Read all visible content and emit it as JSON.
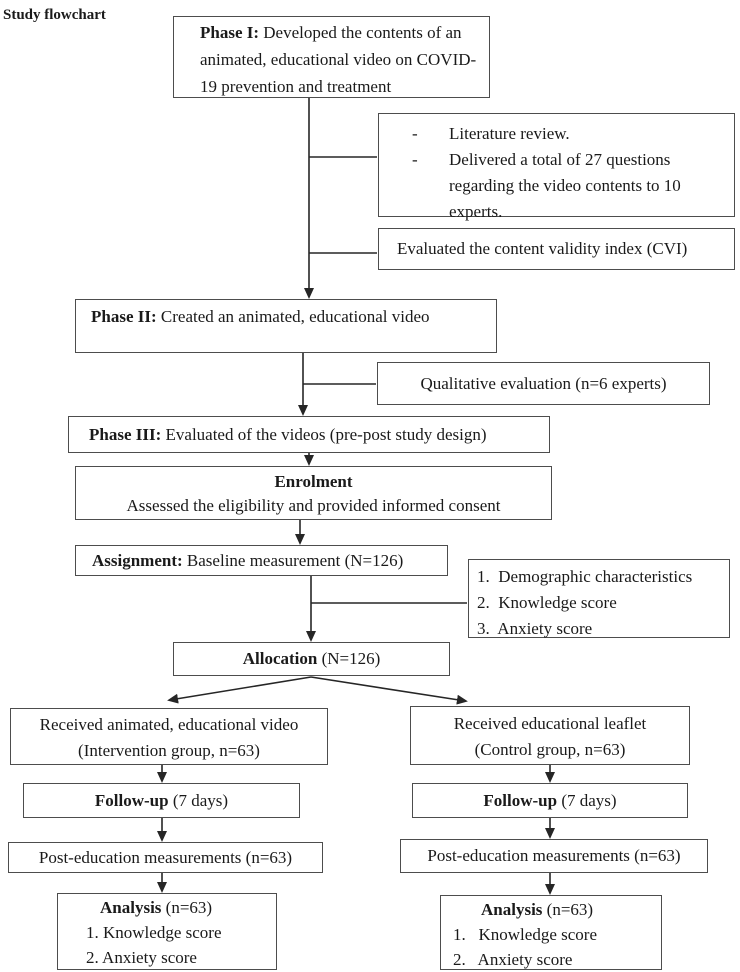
{
  "title": "Study flowchart",
  "colors": {
    "bg": "#ffffff",
    "text": "#1a1a1a",
    "border": "#4d4d4d",
    "line": "#262626"
  },
  "flow": {
    "phase1": {
      "label": "Phase I:",
      "text": "Developed the contents of an animated, educational video on COVID-19 prevention and treatment"
    },
    "literature": {
      "marker": "-",
      "item1": "Literature review.",
      "item2": "Delivered a total of 27 questions regarding the video contents to 10 experts."
    },
    "cvi": {
      "text": "Evaluated the content validity index (CVI)"
    },
    "phase2": {
      "label": "Phase II:",
      "text": "Created an animated, educational video"
    },
    "qualitative": {
      "text": "Qualitative evaluation (n=6 experts)"
    },
    "phase3": {
      "label": "Phase III:",
      "text": "Evaluated of the videos (pre-post study design)"
    },
    "enrolment": {
      "label": "Enrolment",
      "text": "Assessed the eligibility and provided informed consent"
    },
    "assignment": {
      "label": "Assignment:",
      "text": "Baseline measurement (N=126)"
    },
    "baseline": {
      "item1": "1.  Demographic characteristics",
      "item2": "2.  Knowledge score",
      "item3": "3.  Anxiety score"
    },
    "allocation": {
      "label": "Allocation",
      "text": "(N=126)"
    },
    "intervention": {
      "line1": "Received animated, educational video",
      "line2": "(Intervention group, n=63)"
    },
    "control": {
      "line1": "Received educational leaflet",
      "line2": "(Control group, n=63)"
    },
    "followup_left": {
      "label": "Follow-up",
      "text": "(7 days)"
    },
    "followup_right": {
      "label": "Follow-up",
      "text": "(7 days)"
    },
    "post_left": {
      "text": "Post-education measurements (n=63)"
    },
    "post_right": {
      "text": "Post-education measurements (n=63)"
    },
    "analysis_left": {
      "label": "Analysis",
      "text": "(n=63)",
      "item1": "1. Knowledge score",
      "item2": "2. Anxiety score"
    },
    "analysis_right": {
      "label": "Analysis",
      "text": "(n=63)",
      "item1": "1.   Knowledge score",
      "item2": "2.   Anxiety score"
    }
  }
}
